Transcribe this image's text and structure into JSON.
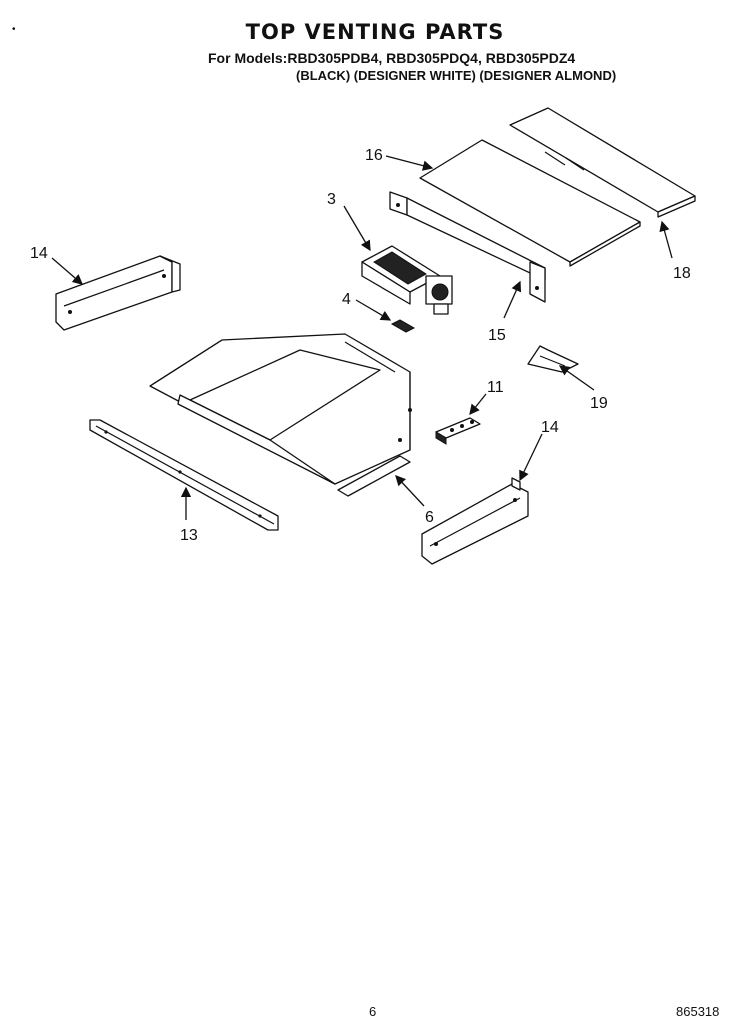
{
  "header": {
    "title": "TOP VENTING PARTS",
    "models_line": "For Models:RBD305PDB4, RBD305PDQ4, RBD305PDZ4",
    "colors_line": "(BLACK) (DESIGNER WHITE) (DESIGNER ALMOND)",
    "corner_mark": "•"
  },
  "callouts": [
    {
      "id": "16",
      "label": "16"
    },
    {
      "id": "3",
      "label": "3"
    },
    {
      "id": "14a",
      "label": "14"
    },
    {
      "id": "18",
      "label": "18"
    },
    {
      "id": "4",
      "label": "4"
    },
    {
      "id": "15",
      "label": "15"
    },
    {
      "id": "19",
      "label": "19"
    },
    {
      "id": "11",
      "label": "11"
    },
    {
      "id": "14b",
      "label": "14"
    },
    {
      "id": "6",
      "label": "6"
    },
    {
      "id": "13",
      "label": "13"
    }
  ],
  "footer": {
    "page_number": "6",
    "doc_code": "865318"
  }
}
